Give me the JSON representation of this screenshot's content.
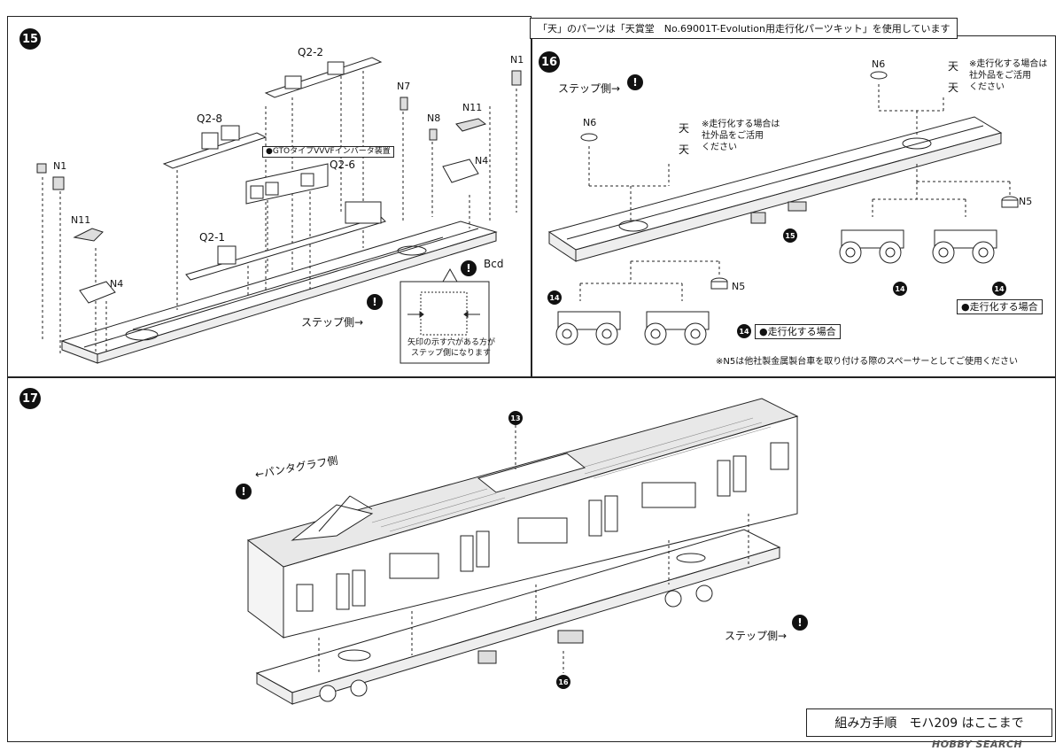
{
  "header_note": "「天」のパーツは「天賞堂　No.69001T-Evolution用走行化パーツキット」を使用しています",
  "steps": {
    "s15": {
      "number": "15",
      "labels": {
        "q2_2": "Q2-2",
        "q2_8": "Q2-8",
        "q2_6": "Q2-6",
        "q2_1": "Q2-1",
        "n1_left": "N1",
        "n1_right": "N1",
        "n11_left": "N11",
        "n11_right": "N11",
        "n4_left": "N4",
        "n4_right": "N4",
        "n7": "N7",
        "n8": "N8",
        "bcd": "Bcd",
        "gto": "●GTOタイプVVVFインバータ装置",
        "step_side": "ステップ側→",
        "inset_note_1": "矢印の示す穴がある方が",
        "inset_note_2": "ステップ側になります"
      }
    },
    "s16": {
      "number": "16",
      "labels": {
        "step_side": "ステップ側→",
        "n6_left": "N6",
        "n6_right": "N6",
        "n5_left": "N5",
        "n5_right": "N5",
        "ten": "天",
        "replace_note_1": "※走行化する場合は",
        "replace_note_2": "社外品をご活用",
        "replace_note_3": "ください",
        "run_case": "●走行化する場合",
        "step_num_15": "15",
        "step_num_14": "14",
        "spacer_note": "※N5は他社製金属製台車を取り付ける際のスペーサーとしてご使用ください"
      }
    },
    "s17": {
      "number": "17",
      "labels": {
        "pantograph": "←パンタグラフ側",
        "step_side": "ステップ側→",
        "step_num_13": "13",
        "step_num_16": "16"
      }
    }
  },
  "footer": {
    "text": "組み方手順　モハ209 はここまで"
  },
  "watermark": "HOBBY SEARCH"
}
